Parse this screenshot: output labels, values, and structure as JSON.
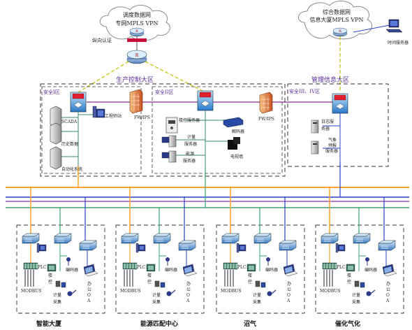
{
  "clouds": {
    "dispatch": {
      "line1": "调度数据网",
      "line2": "专网MPLS VPN"
    },
    "integrated": {
      "line1": "综合数据网",
      "line2": "信息大厦MPLS VPN"
    }
  },
  "labels": {
    "vertical_auth": "纵向认证",
    "time_server": "时间服务器",
    "production_zone": "生产控制大区",
    "management_zone": "管理信息大区",
    "safety_zone_1": "安全I区",
    "safety_zone_2": "安全II区",
    "safety_zone_34": "安全III、IV区",
    "fw_ips_1": "FW/IPS",
    "fw_ips_2": "FW/IPS",
    "scada": "SCADA",
    "history_db": "历史数据",
    "automation": "自动化系统",
    "engineer_ws": "工程师站",
    "building_ctrl_server": "楼控服务器",
    "metering_server_l1": "计量",
    "metering_server_l2": "服务器",
    "energy_server_l1": "能源",
    "energy_server_l2": "服务器",
    "decoder": "解码器",
    "tv_wall": "电视墙",
    "log_server_l1": "日志服",
    "log_server_l2": "务器",
    "weather_server_l1": "气象",
    "weather_server_l2": "预报",
    "weather_server_l3": "服务器"
  },
  "sites": [
    {
      "name": "智能大厦",
      "plc": "PLC",
      "modbus": "MODBUS",
      "bldg": "楼控",
      "meter1": "计量",
      "meter2": "采集",
      "codec": "编码器",
      "oa1": "办",
      "oa2": "公",
      "oa3": "O",
      "oa4": "A"
    },
    {
      "name": "能源匹配中心",
      "plc": "PLC",
      "modbus": "MODBUS",
      "bldg": "楼控",
      "meter1": "计量",
      "meter2": "采集",
      "codec": "编码器",
      "oa1": "办",
      "oa2": "公",
      "oa3": "O",
      "oa4": "A"
    },
    {
      "name": "沼气",
      "plc": "PLC",
      "modbus": "MODBUS",
      "bldg": "楼控",
      "meter1": "计量",
      "meter2": "采集",
      "codec": "编码器",
      "oa1": "办",
      "oa2": "公",
      "oa3": "O",
      "oa4": "A"
    },
    {
      "name": "催化气化",
      "plc": "PLC",
      "modbus": "MODBUS",
      "bldg": "楼控",
      "meter1": "计量",
      "meter2": "采集",
      "codec": "编码器",
      "oa1": "办",
      "oa2": "公",
      "oa3": "O",
      "oa4": "A"
    }
  ],
  "colors": {
    "orange_bus": "#f5a02a",
    "blue_bus": "#2840c8",
    "purple_bus": "#a050b8",
    "green_bus": "#3aa070",
    "purple_line": "#8a2a8a",
    "dash_green": "#b8c400"
  }
}
